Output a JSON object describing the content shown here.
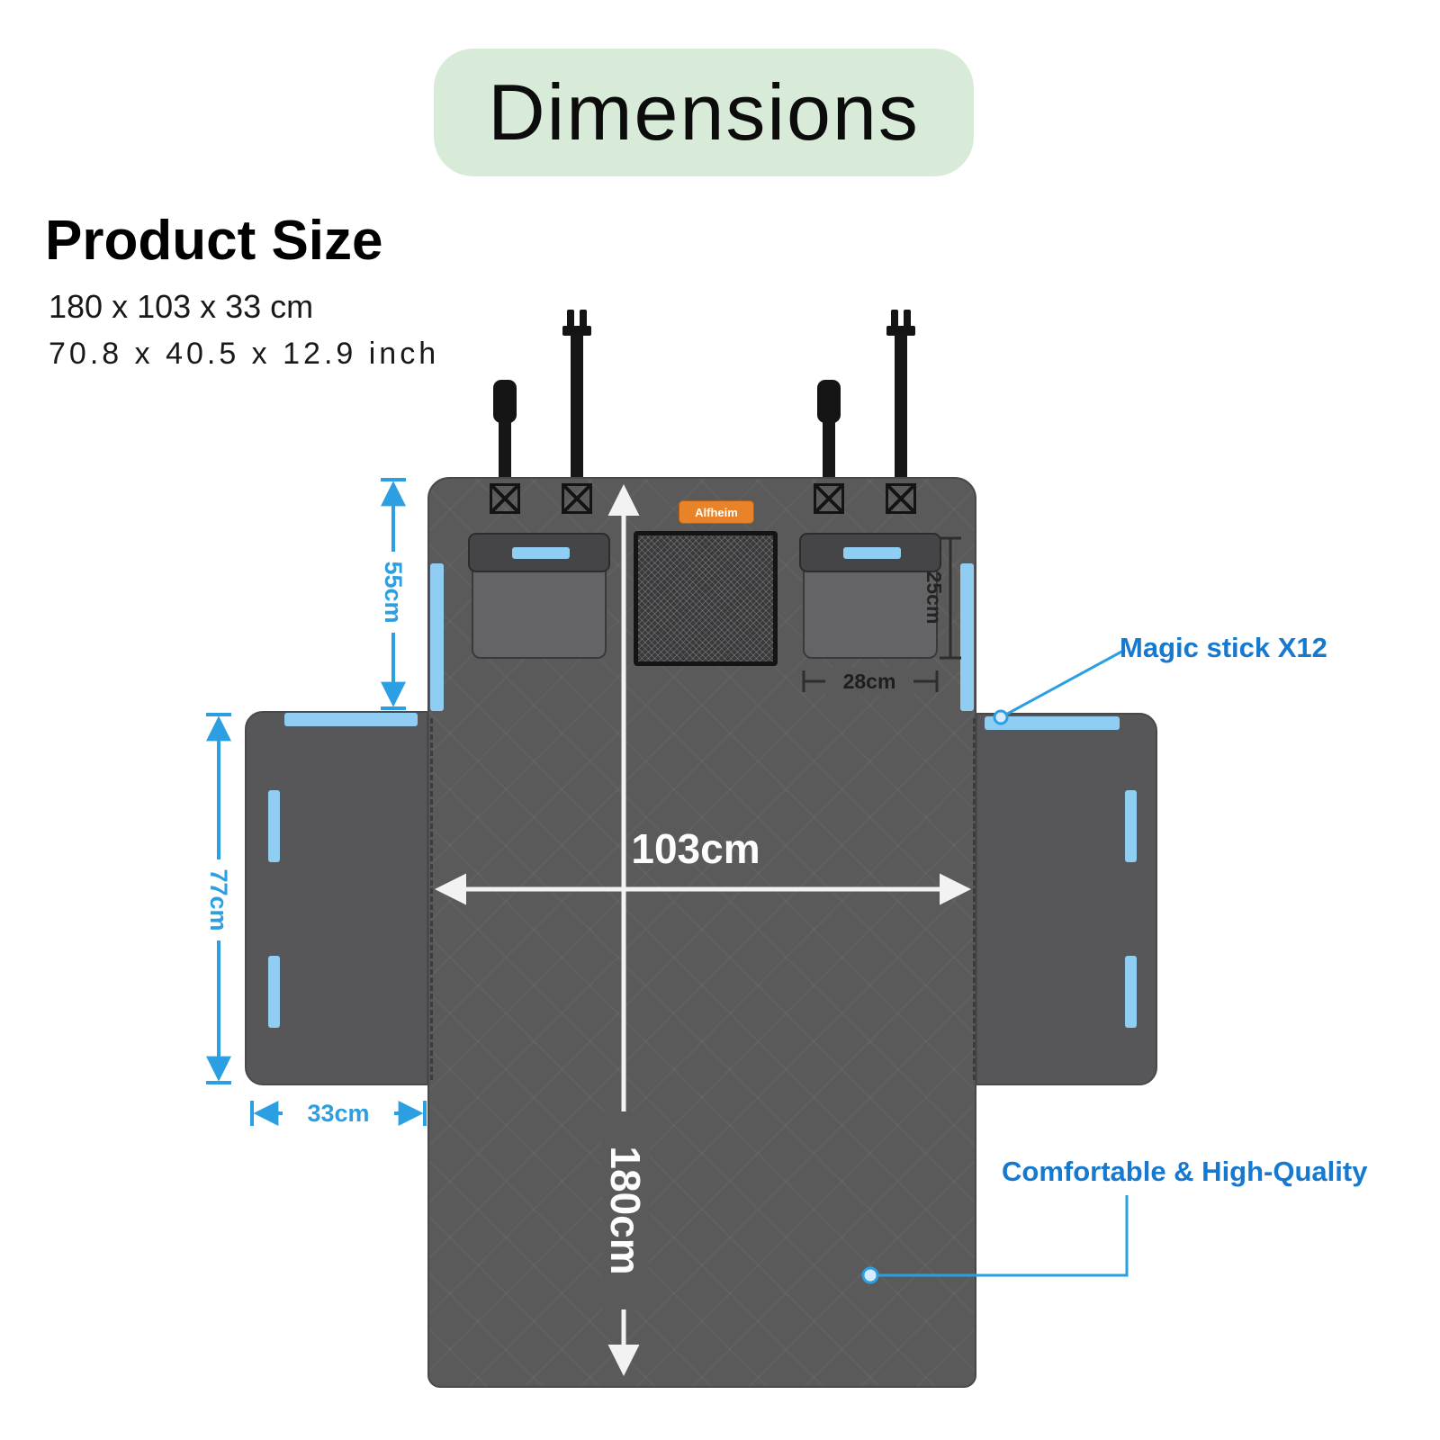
{
  "badge": {
    "label": "Dimensions"
  },
  "product_size": {
    "heading": "Product Size",
    "metric": "180 x 103 x 33 cm",
    "imperial": "70.8 x 40.5 x 12.9 inch"
  },
  "diagram": {
    "brand_label": "Alfheim",
    "dims": {
      "top_section_height": "55cm",
      "side_flap_height": "77cm",
      "side_flap_width": "33cm",
      "pocket_height": "25cm",
      "pocket_width": "28cm",
      "cover_width": "103cm",
      "cover_length": "180cm"
    },
    "callouts": {
      "magic_stick": "Magic stick X12",
      "quality": "Comfortable & High-Quality"
    }
  },
  "colors": {
    "badge_green": "#d8ebd8",
    "cover_gray": "#5a5a5b",
    "flap_gray": "#57575a",
    "strip_blue": "#8fcdf2",
    "arrow_blue": "#2b9fe2",
    "callout_text_blue": "#1679cf",
    "arrow_white": "#f2f2f2",
    "brand_orange": "#e8832a",
    "strap_black": "#141414"
  }
}
